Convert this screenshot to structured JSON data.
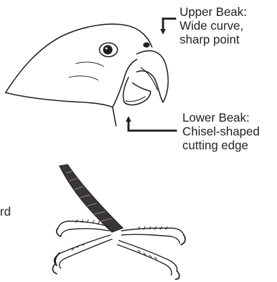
{
  "upper_beak": {
    "lines": [
      "Upper Beak:",
      "Wide curve,",
      "sharp point"
    ]
  },
  "lower_beak": {
    "lines": [
      "Lower Beak:",
      "Chisel-shaped",
      "cutting edge"
    ]
  },
  "feet": {
    "partial_label": "rd"
  },
  "icons": {
    "head": "parrot-head-icon",
    "foot": "parrot-foot-icon"
  },
  "colors": {
    "ink": "#231f20",
    "background": "#ffffff"
  }
}
